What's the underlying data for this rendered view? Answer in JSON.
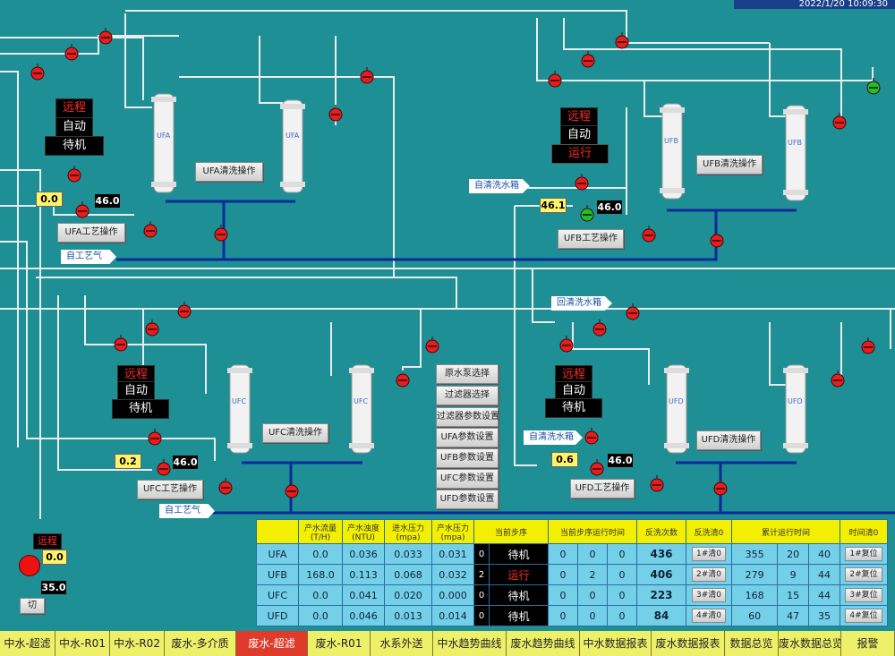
{
  "header": {
    "clock": "2022/1/20 10:09:30"
  },
  "trains": {
    "ufa": {
      "mode1": "远程",
      "mode2": "自动",
      "state": "待机",
      "tank_level": "0.0",
      "temp": "46.0",
      "clean_button": "UFA清洗操作",
      "process_button": "UFA工艺操作",
      "col1": "UFA",
      "col2": "UFA"
    },
    "ufb": {
      "mode1": "远程",
      "mode2": "自动",
      "state": "运行",
      "tank_level": "46.1",
      "temp": "46.0",
      "clean_button": "UFB清洗操作",
      "process_button": "UFB工艺操作",
      "col1": "UFB",
      "col2": "UFB"
    },
    "ufc": {
      "mode1": "远程",
      "mode2": "自动",
      "state": "待机",
      "tank_level": "0.2",
      "temp": "46.0",
      "clean_button": "UFC清洗操作",
      "process_button": "UFC工艺操作",
      "col1": "UFC",
      "col2": "UFC"
    },
    "ufd": {
      "mode1": "远程",
      "mode2": "自动",
      "state": "待机",
      "tank_level": "0.6",
      "temp": "46.0",
      "clean_button": "UFD清洗操作",
      "process_button": "UFD工艺操作",
      "col1": "UFD",
      "col2": "UFD"
    }
  },
  "flow_labels": {
    "self_process_top": "自工艺气",
    "self_clean_tank_b": "自清洗水箱",
    "return_clean_tank": "回清洗水箱",
    "self_clean_tank_d": "自清洗水箱",
    "self_process_bottom": "自工艺气"
  },
  "center_buttons": [
    "原水泵选择",
    "过滤器选择",
    "过滤器参数设置",
    "UFA参数设置",
    "UFB参数设置",
    "UFC参数设置",
    "UFD参数设置"
  ],
  "left_panel": {
    "mode": "远程",
    "value1": "0.0",
    "value2": "35.0",
    "switch_label": "切"
  },
  "table": {
    "headers": [
      "",
      "产水流量\n(T/H)",
      "产水浊度\n(NTU)",
      "进水压力\n(mpa)",
      "产水压力\n(mpa)",
      "当前步序",
      "当前步序运行时间",
      "反洗次数",
      "反洗清0",
      "累计运行时间",
      "时间清0"
    ],
    "rows": [
      {
        "name": "UFA",
        "flow": "0.0",
        "turb": "0.036",
        "pin": "0.033",
        "pout": "0.031",
        "step_idx": "0",
        "step": "待机",
        "t1": "0",
        "t2": "0",
        "t3": "0",
        "backwash": "436",
        "clr": "1#清0",
        "r1": "355",
        "r2": "20",
        "r3": "40",
        "reset": "1#复位"
      },
      {
        "name": "UFB",
        "flow": "168.0",
        "turb": "0.113",
        "pin": "0.068",
        "pout": "0.032",
        "step_idx": "2",
        "step": "运行",
        "t1": "0",
        "t2": "2",
        "t3": "0",
        "backwash": "406",
        "clr": "2#清0",
        "r1": "279",
        "r2": "9",
        "r3": "44",
        "reset": "2#复位"
      },
      {
        "name": "UFC",
        "flow": "0.0",
        "turb": "0.041",
        "pin": "0.020",
        "pout": "0.000",
        "step_idx": "0",
        "step": "待机",
        "t1": "0",
        "t2": "0",
        "t3": "0",
        "backwash": "223",
        "clr": "3#清0",
        "r1": "168",
        "r2": "15",
        "r3": "44",
        "reset": "3#复位"
      },
      {
        "name": "UFD",
        "flow": "0.0",
        "turb": "0.046",
        "pin": "0.013",
        "pout": "0.014",
        "step_idx": "0",
        "step": "待机",
        "t1": "0",
        "t2": "0",
        "t3": "0",
        "backwash": "84",
        "clr": "4#清0",
        "r1": "60",
        "r2": "47",
        "r3": "35",
        "reset": "4#复位"
      }
    ]
  },
  "bottom_nav": [
    {
      "label": "中水-超滤",
      "active": false
    },
    {
      "label": "中水-R01",
      "active": false
    },
    {
      "label": "中水-R02",
      "active": false
    },
    {
      "label": "废水-多介质",
      "active": false
    },
    {
      "label": "废水-超滤",
      "active": true
    },
    {
      "label": "废水-R01",
      "active": false
    },
    {
      "label": "水系外送",
      "active": false
    },
    {
      "label": "中水趋势曲线",
      "active": false
    },
    {
      "label": "废水趋势曲线",
      "active": false
    },
    {
      "label": "中水数据报表",
      "active": false
    },
    {
      "label": "废水数据报表",
      "active": false
    },
    {
      "label": "数据总览",
      "active": false
    },
    {
      "label": "废水数据总览",
      "active": false
    },
    {
      "label": "报警",
      "active": false
    }
  ]
}
